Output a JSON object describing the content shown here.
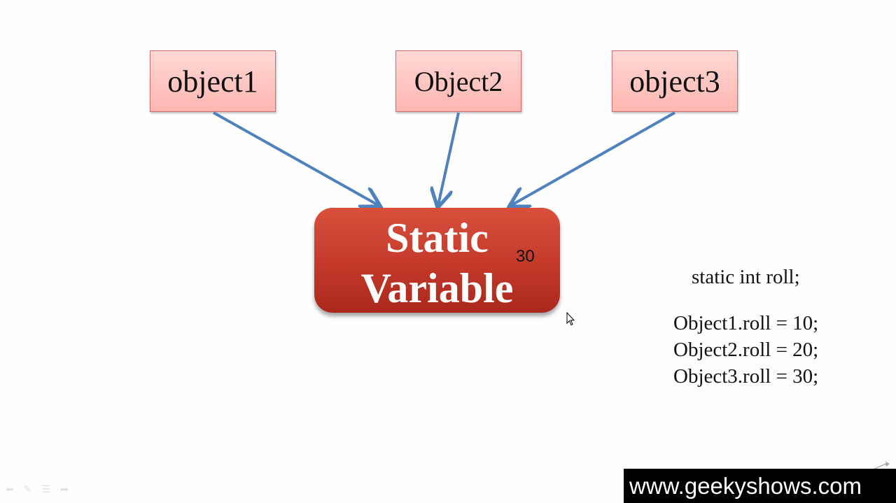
{
  "objects": [
    {
      "label": "object1"
    },
    {
      "label": "Object2"
    },
    {
      "label": "object3"
    }
  ],
  "static_box": {
    "line1": "Static",
    "line2": "Variable",
    "value": "30"
  },
  "code": {
    "declaration": "static int roll;",
    "assignments": [
      "Object1.roll = 10;",
      "Object2.roll = 20;",
      "Object3.roll = 30;"
    ]
  },
  "watermark": "www.geekyshows.com",
  "colors": {
    "object_box_fill": "#ffc4bf",
    "object_box_border": "#d46a6a",
    "static_box_fill": "#c4392a",
    "arrow": "#4f81bd",
    "watermark_bg": "#000000"
  },
  "icons": [
    "arrow-icon",
    "cursor-icon",
    "slide-nav-icons"
  ]
}
